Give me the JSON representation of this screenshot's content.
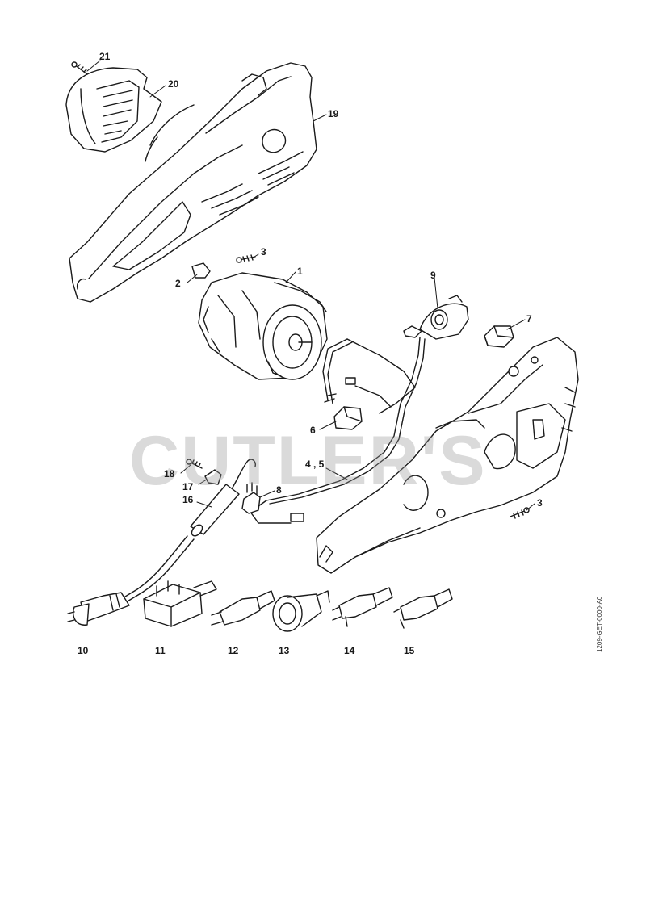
{
  "watermark": "CUTLER'S",
  "doc_code": "1209-GET-0000-A0",
  "labels": [
    {
      "id": "21",
      "text": "21"
    },
    {
      "id": "20",
      "text": "20"
    },
    {
      "id": "19",
      "text": "19"
    },
    {
      "id": "3a",
      "text": "3"
    },
    {
      "id": "1",
      "text": "1"
    },
    {
      "id": "2",
      "text": "2"
    },
    {
      "id": "9",
      "text": "9"
    },
    {
      "id": "7",
      "text": "7"
    },
    {
      "id": "6",
      "text": "6"
    },
    {
      "id": "45",
      "text": "4 , 5"
    },
    {
      "id": "18",
      "text": "18"
    },
    {
      "id": "17",
      "text": "17"
    },
    {
      "id": "8",
      "text": "8"
    },
    {
      "id": "16",
      "text": "16"
    },
    {
      "id": "3b",
      "text": "3"
    },
    {
      "id": "10",
      "text": "10"
    },
    {
      "id": "11",
      "text": "11"
    },
    {
      "id": "12",
      "text": "12"
    },
    {
      "id": "13",
      "text": "13"
    },
    {
      "id": "14",
      "text": "14"
    },
    {
      "id": "15",
      "text": "15"
    }
  ],
  "colors": {
    "line": "#1a1a1a",
    "fill": "#ffffff",
    "shade": "#d9d9d9"
  }
}
